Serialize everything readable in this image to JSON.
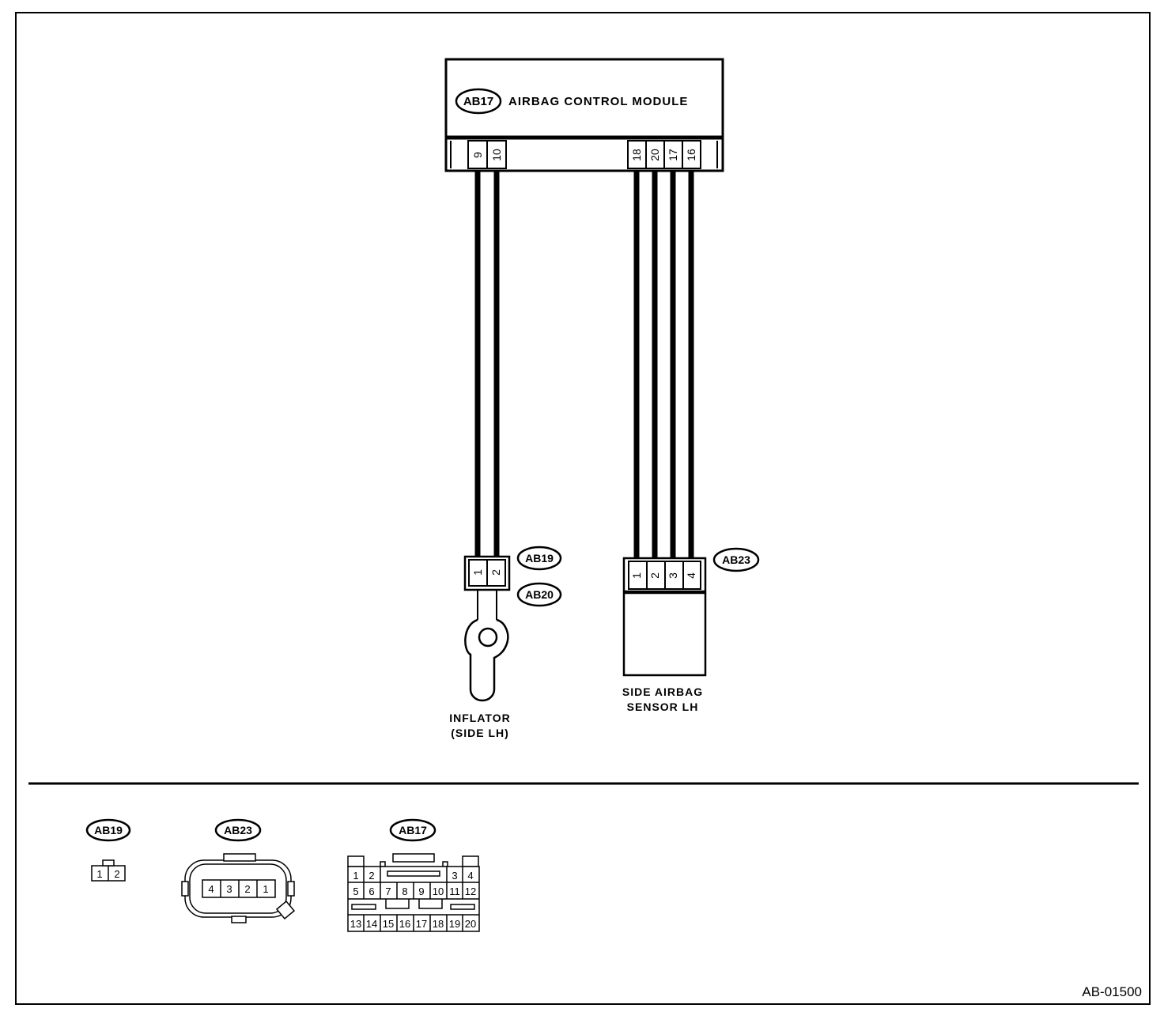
{
  "module": {
    "code": "AB17",
    "name": "AIRBAG CONTROL MODULE",
    "pins_left": [
      "9",
      "10"
    ],
    "pins_right": [
      "18",
      "20",
      "17",
      "16"
    ]
  },
  "inflator": {
    "connector_codes": [
      "AB19",
      "AB20"
    ],
    "pins": [
      "1",
      "2"
    ],
    "label_line1": "INFLATOR",
    "label_line2": "(SIDE LH)"
  },
  "sensor": {
    "connector_code": "AB23",
    "pins": [
      "1",
      "2",
      "3",
      "4"
    ],
    "label_line1": "SIDE AIRBAG",
    "label_line2": "SENSOR LH"
  },
  "legend": {
    "ab19": {
      "code": "AB19",
      "pins": [
        "1",
        "2"
      ]
    },
    "ab23": {
      "code": "AB23",
      "pins": [
        "4",
        "3",
        "2",
        "1"
      ]
    },
    "ab17": {
      "code": "AB17",
      "row1": [
        "1",
        "2",
        "3",
        "4"
      ],
      "row2": [
        "5",
        "6",
        "7",
        "8",
        "9",
        "10",
        "11",
        "12"
      ],
      "row3": [
        "13",
        "14",
        "15",
        "16",
        "17",
        "18",
        "19",
        "20"
      ]
    }
  },
  "figure_id": "AB-01500"
}
